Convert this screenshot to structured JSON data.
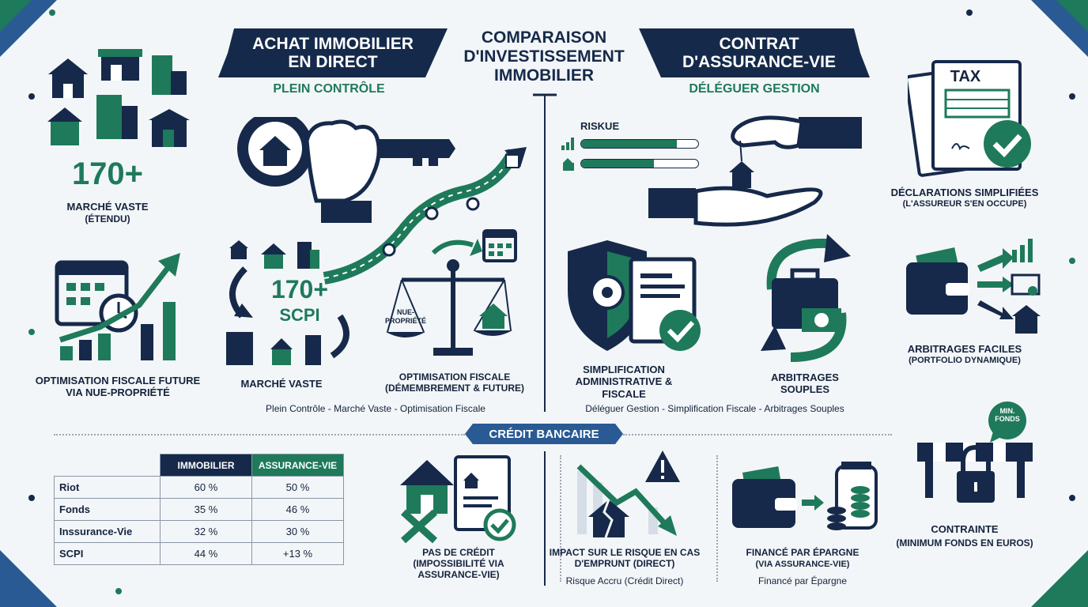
{
  "header": {
    "left_banner": "ACHAT IMMOBILIER EN DIRECT",
    "center_title": "COMPARAISON D'INVESTISSEMENT IMMOBILIER",
    "right_banner": "CONTRAT D'ASSURANCE-VIE",
    "left_subtitle": "PLEIN CONTRÔLE",
    "right_subtitle": "DÉLÉGUER GESTION"
  },
  "left": {
    "big_number": "170+",
    "market_label": "MARCHÉ VASTE",
    "market_sub": "(ÉTENDU)",
    "tax_label": "OPTIMISATION FISCALE FUTURE VIA NUE-PROPRIÉTÉ",
    "scpi_number": "170+",
    "scpi_label": "SCPI",
    "market_caption": "MARCHÉ VASTE",
    "balance_word": "NUE-PROPRIÉTÉ",
    "fiscal_caption": "OPTIMISATION FISCALE (DÉMEMBREMENT & FUTURE)",
    "summary": "Plein Contrôle - Marché Vaste - Optimisation Fiscale"
  },
  "right": {
    "risk_label": "RISKUE",
    "risk_bars": [
      0.82,
      0.62
    ],
    "admin_caption": "SIMPLIFICATION ADMINISTRATIVE & FISCALE",
    "arb_caption": "ARBITRAGES SOUPLES",
    "summary": "Déléguer Gestion - Simplification Fiscale - Arbitrages Souples",
    "tax_doc": "TAX",
    "decl_label": "DÉCLARATIONS SIMPLIFIÉES",
    "decl_sub": "(L'ASSUREUR S'EN OCCUPE)",
    "arb_label": "ARBITRAGES FACILES",
    "arb_sub": "(PORTFOLIO DYNAMIQUE)"
  },
  "credit": {
    "banner": "CRÉDIT BANCAIRE",
    "no_credit": "PAS DE CRÉDIT (IMPOSSIBILITÉ VIA ASSURANCE-VIE)",
    "impact": "IMPACT SUR LE RISQUE EN CAS D'EMPRUNT (DIRECT)",
    "impact_sub": "Risque Accru (Crédit Direct)",
    "financed": "FINANCÉ PAR ÉPARGNE",
    "financed_paren": "(VIA ASSURANCE-VIE)",
    "financed_sub": "Financé par Épargne",
    "min_badge": "MIN. FONDS",
    "constraint": "CONTRAINTE",
    "constraint_sub": "(MINIMUM FONDS EN EUROS)"
  },
  "table": {
    "headers": [
      "IMMOBILIER",
      "ASSURANCE-VIE"
    ],
    "rows": [
      {
        "name": "Riot",
        "immo": "60 %",
        "av": "50 %"
      },
      {
        "name": "Fonds",
        "immo": "35 %",
        "av": "46 %"
      },
      {
        "name": "Inssurance-Vie",
        "immo": "32 %",
        "av": "30 %"
      },
      {
        "name": "SCPI",
        "immo": "44 %",
        "av": "+13 %"
      }
    ]
  },
  "colors": {
    "navy": "#16294a",
    "green": "#1e7a5a",
    "blue": "#2a5a94",
    "bg": "#f3f6f8"
  }
}
